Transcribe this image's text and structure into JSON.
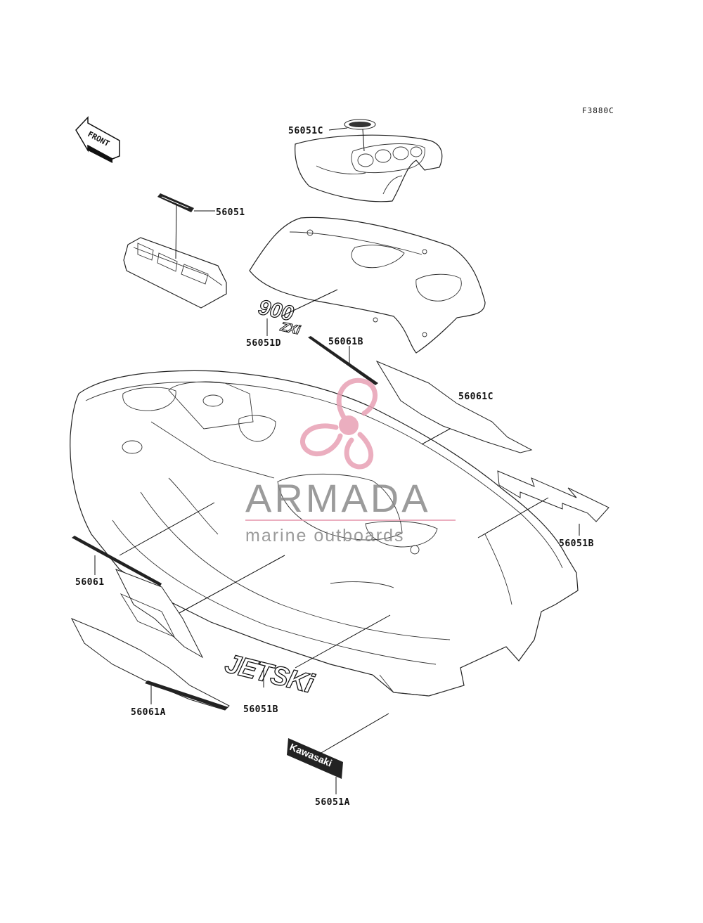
{
  "figure_code": "F3880C",
  "front_label": "FRONT",
  "callouts": {
    "c_56051C": "56051C",
    "c_56051": "56051",
    "c_56051D": "56051D",
    "c_56061B": "56061B",
    "c_56061C": "56061C",
    "c_56051B_right": "56051B",
    "c_56061": "56061",
    "c_56061A": "56061A",
    "c_56051B_jetski": "56051B",
    "c_56051A": "56051A"
  },
  "decal_text": {
    "model": "900",
    "model_suffix": "ZXi",
    "jetski": "JETSKi",
    "brand": "Kawasaki"
  },
  "watermark": {
    "title": "ARMADA",
    "subtitle": "marine outboards",
    "colors": {
      "logo_pink": "#e8a0b4",
      "text_gray": "#8a8a8a"
    }
  }
}
